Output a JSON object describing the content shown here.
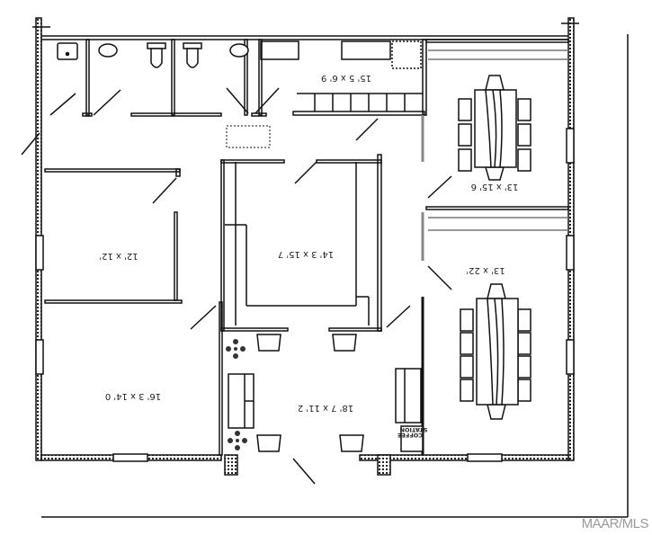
{
  "plan": {
    "orientation": "rotated 180 degrees",
    "rooms": [
      {
        "id": "storage",
        "label": "15' 5 x 6' 9"
      },
      {
        "id": "conference-small",
        "label": "13' x 15' 6"
      },
      {
        "id": "office-center",
        "label": "14' 3 x 15' 7"
      },
      {
        "id": "office-left-upper",
        "label": "12' x 12'"
      },
      {
        "id": "conference-large",
        "label": "13' x 22'"
      },
      {
        "id": "office-left-lower",
        "label": "16' 3 x 14' 0"
      },
      {
        "id": "lobby",
        "label": "18' 7 x 11' 2"
      }
    ],
    "fixtures": {
      "coffee_station_line1": "COFFEE",
      "coffee_station_line2": "STATION"
    },
    "colors": {
      "line": "#111111",
      "wall_fill": "#ffffff",
      "background": "#ffffff"
    }
  },
  "watermark": "MAAR/MLS"
}
